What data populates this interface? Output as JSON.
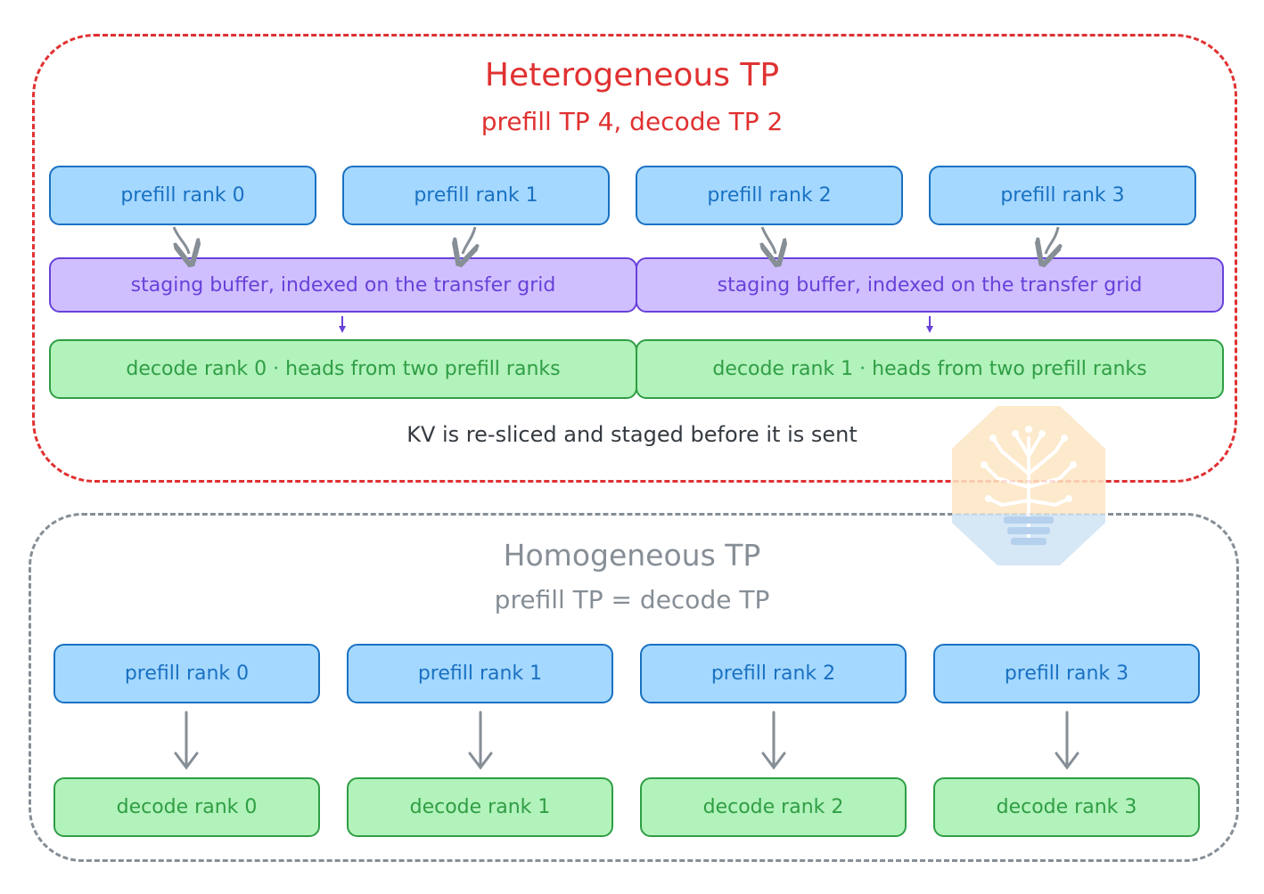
{
  "heterogeneous": {
    "title": "Heterogeneous TP",
    "subtitle": "prefill TP 4, decode TP 2",
    "prefill_ranks": [
      "prefill rank 0",
      "prefill rank 1",
      "prefill rank 2",
      "prefill rank 3"
    ],
    "staging_buffers": [
      "staging buffer, indexed on the transfer grid",
      "staging buffer, indexed on the transfer grid"
    ],
    "decode_ranks": [
      "decode rank 0 · heads from two prefill ranks",
      "decode rank 1 · heads from two prefill ranks"
    ],
    "note": "KV is re-sliced and staged before it is sent"
  },
  "homogeneous": {
    "title": "Homogeneous TP",
    "subtitle": "prefill TP = decode TP",
    "prefill_ranks": [
      "prefill rank 0",
      "prefill rank 1",
      "prefill rank 2",
      "prefill rank 3"
    ],
    "decode_ranks": [
      "decode rank 0",
      "decode rank 1",
      "decode rank 2",
      "decode rank 3"
    ]
  },
  "colors": {
    "hetero_frame": "#e03131",
    "homo_frame": "#868e96",
    "prefill_fill": "#a5d8ff",
    "prefill_stroke": "#1971c2",
    "staging_fill": "#d0bfff",
    "staging_stroke": "#6741d9",
    "decode_fill": "#b2f2bb",
    "decode_stroke": "#2f9e44"
  }
}
